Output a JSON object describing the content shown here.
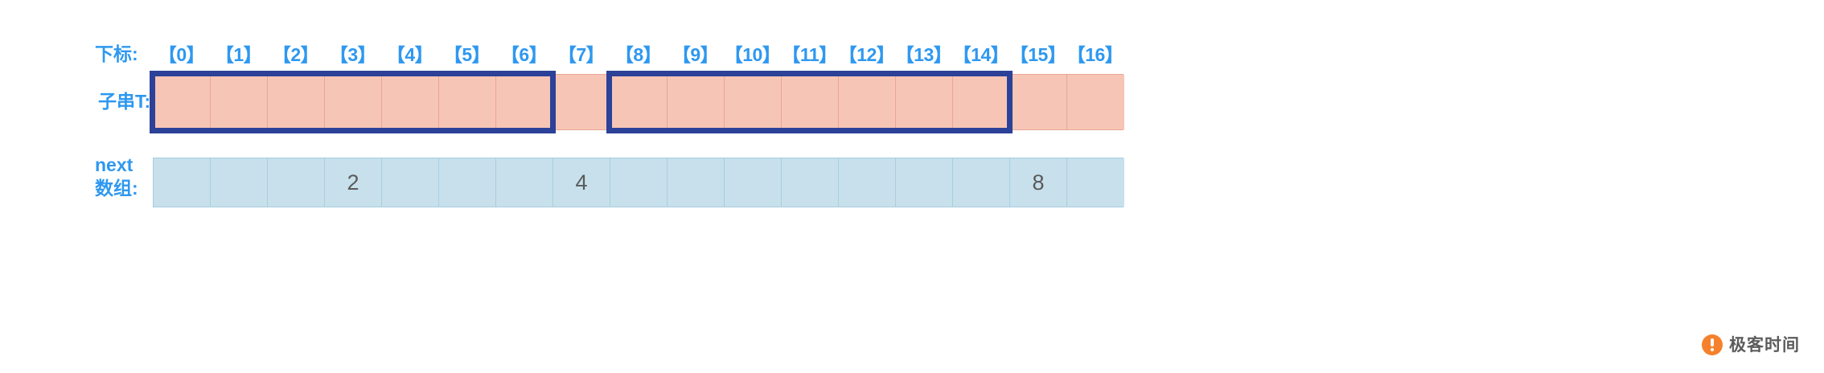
{
  "diagram": {
    "title": "KMP next array illustration",
    "labels": {
      "index": "下标:",
      "substring": "子串T:",
      "next_array": "next\n数组:"
    },
    "colors": {
      "index_blue": "#2e98f0",
      "substring_fill": "#f6c5b5",
      "substring_border": "#eba595",
      "highlight_navy": "#2c4198",
      "next_fill": "#c7e0ec",
      "next_border": "#a9cee0",
      "value_text": "#5a5a5a",
      "watermark_orange": "#f5812c"
    },
    "indices": [
      "【0】",
      "【1】",
      "【2】",
      "【3】",
      "【4】",
      "【5】",
      "【6】",
      "【7】",
      "【8】",
      "【9】",
      "【10】",
      "【11】",
      "【12】",
      "【13】",
      "【14】",
      "【15】",
      "【16】"
    ],
    "substring_cells": [
      "",
      "",
      "",
      "",
      "",
      "",
      "",
      "",
      "",
      "",
      "",
      "",
      "",
      "",
      "",
      "",
      ""
    ],
    "next_values": [
      "",
      "",
      "",
      "2",
      "",
      "",
      "",
      "4",
      "",
      "",
      "",
      "",
      "",
      "",
      "",
      "8",
      ""
    ],
    "highlights": [
      {
        "name": "prefix-window",
        "start_index": 0,
        "end_index": 6
      },
      {
        "name": "suffix-window",
        "start_index": 8,
        "end_index": 14
      }
    ]
  },
  "watermark": {
    "text": "极客时间",
    "logo_icon": "geek-time-logo-icon"
  }
}
